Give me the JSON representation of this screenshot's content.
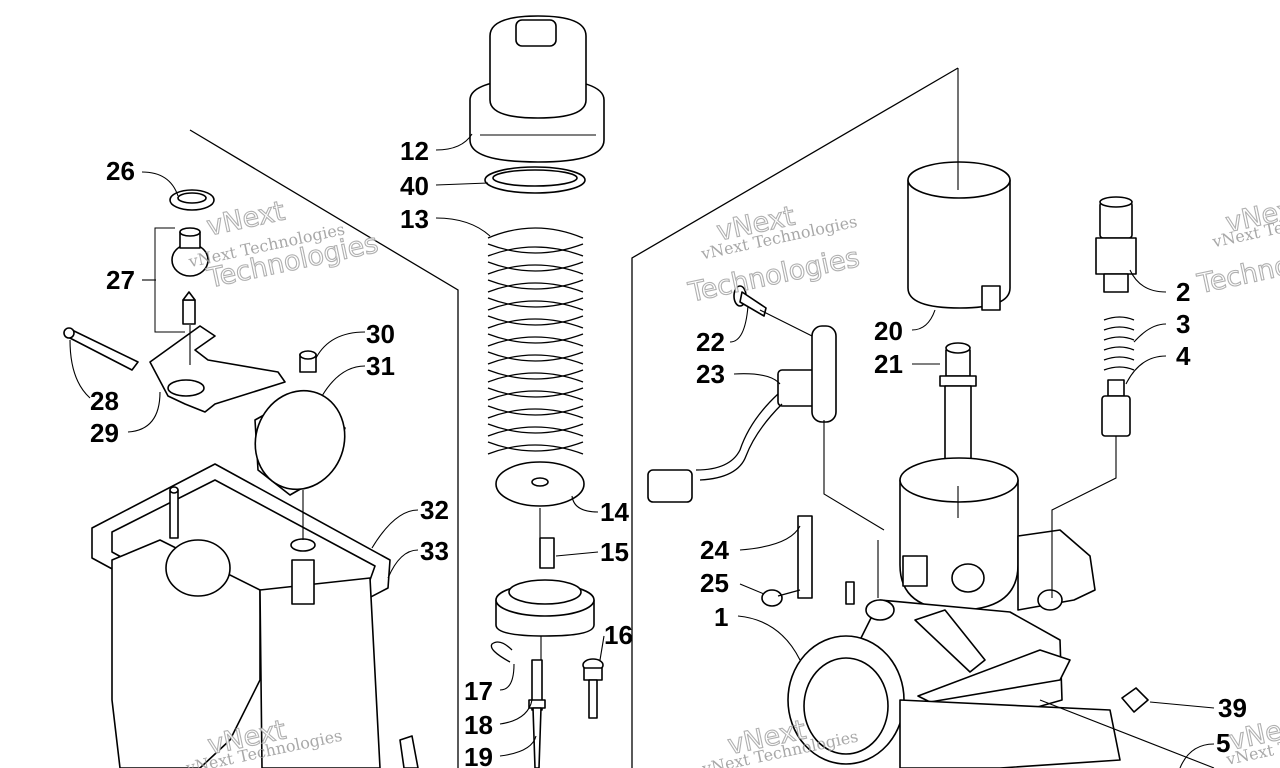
{
  "diagram": {
    "callouts": {
      "c1": "1",
      "c2": "2",
      "c3": "3",
      "c4": "4",
      "c5": "5",
      "c12": "12",
      "c13": "13",
      "c14": "14",
      "c15": "15",
      "c16": "16",
      "c17": "17",
      "c18": "18",
      "c19": "19",
      "c20": "20",
      "c21": "21",
      "c22": "22",
      "c23": "23",
      "c24": "24",
      "c25": "25",
      "c26": "26",
      "c27": "27",
      "c28": "28",
      "c29": "29",
      "c30": "30",
      "c31": "31",
      "c32": "32",
      "c33": "33",
      "c39": "39",
      "c40": "40"
    },
    "watermark": {
      "company_full": "vNext Technologies",
      "brand": "vNext",
      "word": "Technologies"
    }
  }
}
